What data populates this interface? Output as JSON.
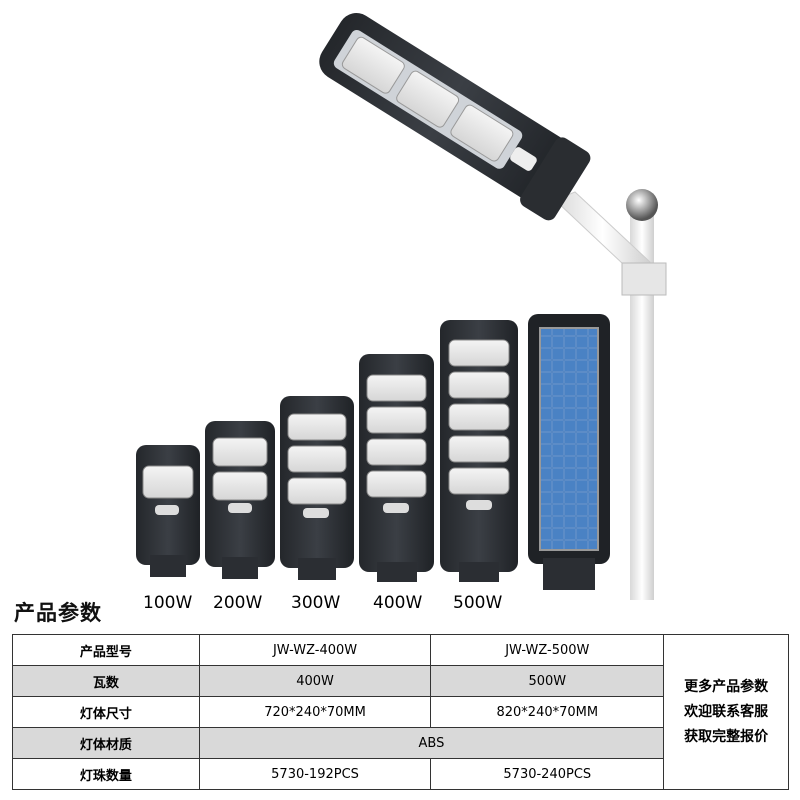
{
  "product_images": {
    "lamps": [
      {
        "label": "100W"
      },
      {
        "label": "200W"
      },
      {
        "label": "300W"
      },
      {
        "label": "400W"
      },
      {
        "label": "500W"
      }
    ]
  },
  "section_title": "产品参数",
  "spec_table": {
    "rows": [
      {
        "label": "产品型号",
        "col1": "JW-WZ-400W",
        "col2": "JW-WZ-500W"
      },
      {
        "label": "瓦数",
        "col1": "400W",
        "col2": "500W"
      },
      {
        "label": "灯体尺寸",
        "col1": "720*240*70MM",
        "col2": "820*240*70MM"
      },
      {
        "label": "灯体材质",
        "merged": "ABS"
      },
      {
        "label": "灯珠数量",
        "col1": "5730-192PCS",
        "col2": "5730-240PCS"
      }
    ],
    "note_lines": [
      "更多产品参数",
      "欢迎联系客服",
      "获取完整报价"
    ]
  },
  "colors": {
    "lamp_body": "#2b2e33",
    "row_shade": "#d9d9d9",
    "solar_panel": "#3a6fb0"
  }
}
